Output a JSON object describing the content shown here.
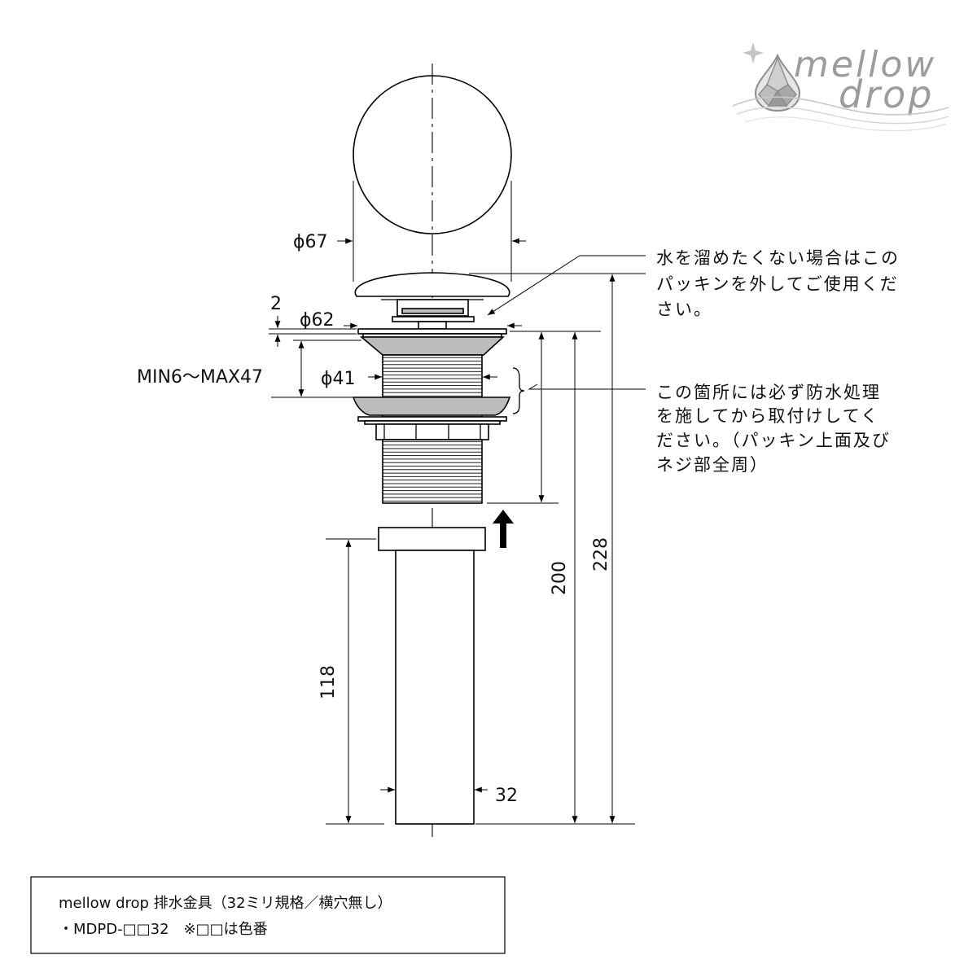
{
  "logo": {
    "word1": "mellow",
    "word2": "drop"
  },
  "dimensions": {
    "cap_diameter": "ϕ67",
    "flange_thickness": "2",
    "flange_diameter": "ϕ62",
    "counter_range": "MIN6〜MAX47",
    "thread_diameter": "ϕ41",
    "length_from_flange": "200",
    "total_length": "228",
    "pipe_length": "118",
    "pipe_diameter": "32"
  },
  "notes": {
    "gasket_note": [
      "水を溜めたくない場合はこの",
      "パッキンを外してご使用くだ",
      "さい。"
    ],
    "waterproof_note": [
      "この箇所には必ず防水処理",
      "を施してから取付けしてく",
      "ださい。（パッキン上面及び",
      "ネジ部全周）"
    ]
  },
  "caption": {
    "line1": "mellow drop 排水金具（32ミリ規格／横穴無し）",
    "line2": "・MDPD-□□32　※□□は色番"
  },
  "colors": {
    "line": "#000000",
    "part_gray": "#bcbcbc",
    "logo_gray": "#9c9c9c"
  }
}
